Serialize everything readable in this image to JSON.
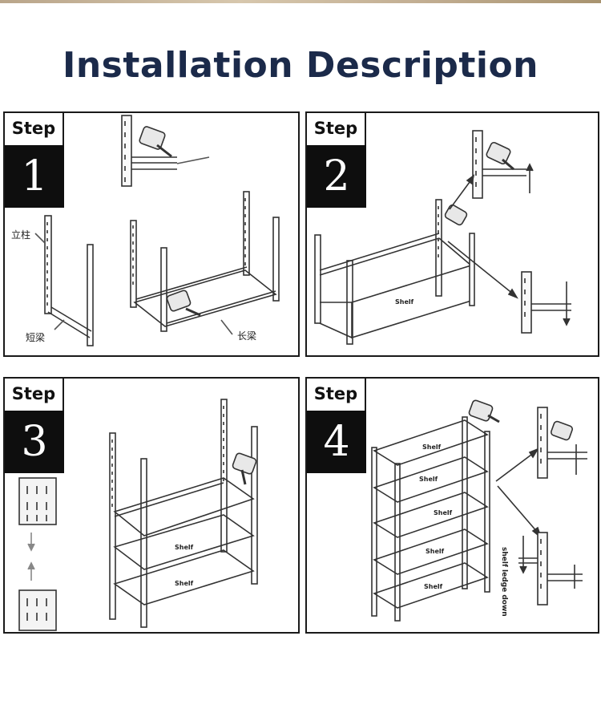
{
  "title": "Installation Description",
  "steps": [
    {
      "tab": "Step",
      "number": "1",
      "labels": {
        "upright": "立柱",
        "short_beam": "短梁",
        "long_beam": "长梁"
      }
    },
    {
      "tab": "Step",
      "number": "2",
      "labels": {
        "shelf": "Shelf"
      }
    },
    {
      "tab": "Step",
      "number": "3",
      "labels": {
        "shelf_upper": "Shelf",
        "shelf_lower": "Shelf"
      }
    },
    {
      "tab": "Step",
      "number": "4",
      "labels": {
        "shelves": [
          "Shelf",
          "Shelf",
          "Shelf",
          "Shelf",
          "Shelf"
        ],
        "ledge_note": "shelf ledge down"
      }
    }
  ],
  "colors": {
    "title": "#1b2a4a",
    "frame": "#1a1a1a",
    "number_bg": "#0e0e0e",
    "line": "#333333"
  },
  "icons": [
    "mallet-icon",
    "arrow-icon",
    "keyhole-slot-icon"
  ]
}
